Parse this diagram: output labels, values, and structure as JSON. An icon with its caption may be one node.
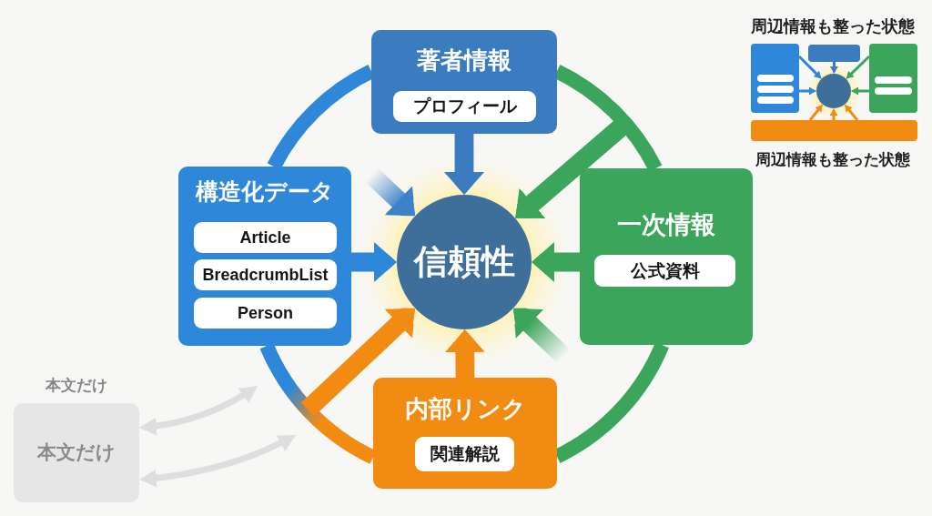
{
  "diagram": {
    "nodes": [
      {
        "text": [
          "著者情報"
        ]
      },
      {
        "text": [
          "プロフィール"
        ],
        "in": 0
      },
      {
        "text": [
          "構造化データ"
        ]
      },
      {
        "text": [
          "Article"
        ],
        "in": 2
      },
      {
        "text": [
          "BreadcrumbList"
        ],
        "in": 2
      },
      {
        "text": [
          "Person"
        ],
        "in": 2
      },
      {
        "text": [
          "信頼性"
        ]
      },
      {
        "text": [
          "一次情報"
        ]
      },
      {
        "text": [
          "公式資料"
        ],
        "in": 7
      },
      {
        "text": [
          "内部リンク"
        ]
      },
      {
        "text": [
          "関連解説"
        ],
        "in": 9
      },
      {
        "text": [
          "本文だけ",
          "本文だけ"
        ]
      },
      {
        "text": [],
        "shape": "box"
      },
      {
        "text": [],
        "shape": "box"
      },
      {
        "text": [],
        "shape": "box"
      },
      {
        "text": [],
        "shape": "circle"
      },
      {
        "text": [],
        "shape": "bar"
      }
    ],
    "edges": [
      {
        "from": 0,
        "to": 6,
        "arrow": "to",
        "style": "thick",
        "color": "#3b7bbf"
      },
      {
        "from": 2,
        "to": 6,
        "arrow": "to",
        "style": "thick",
        "color": "#2e87d8"
      },
      {
        "from": 7,
        "to": 6,
        "arrow": "to",
        "style": "thick",
        "color": "#3aa55b"
      },
      {
        "from": 9,
        "to": 6,
        "arrow": "to",
        "style": "thick",
        "color": "#f28b12"
      },
      {
        "from": null,
        "to": 6,
        "arrow": "to",
        "style": "thick",
        "color": "#3b82c8"
      },
      {
        "from": null,
        "to": 6,
        "arrow": "to",
        "style": "thick",
        "color": "#3aa55b"
      },
      {
        "from": null,
        "to": 6,
        "arrow": "to",
        "style": "thick",
        "color": "#3aa55b"
      },
      {
        "from": null,
        "to": 6,
        "arrow": "to",
        "style": "thick",
        "color": "#f28b12"
      },
      {
        "from": 0,
        "to": 2,
        "arrow": "none",
        "style": "thick",
        "color": "#2e87d8"
      },
      {
        "from": 0,
        "to": 7,
        "arrow": "none",
        "style": "thick",
        "color": "#3aa55b"
      },
      {
        "from": 7,
        "to": 9,
        "arrow": "none",
        "style": "thick",
        "color": "#3aa55b"
      },
      {
        "from": 2,
        "to": 9,
        "arrow": "none",
        "style": "thick"
      },
      {
        "from": 11,
        "to": null,
        "arrow": "both",
        "color": "#dedede"
      },
      {
        "from": 11,
        "to": null,
        "arrow": "both",
        "color": "#dedede"
      },
      {
        "from": 13,
        "to": 15,
        "arrow": "to",
        "color": "#3b7bbf"
      },
      {
        "from": 12,
        "to": 15,
        "arrow": "to",
        "color": "#2e87d8"
      },
      {
        "from": 12,
        "to": 15,
        "arrow": "to",
        "color": "#2e87d8"
      },
      {
        "from": 14,
        "to": 15,
        "arrow": "to",
        "color": "#3aa55b"
      },
      {
        "from": 14,
        "to": 15,
        "arrow": "to",
        "color": "#3aa55b"
      },
      {
        "from": 16,
        "to": 15,
        "arrow": "to",
        "color": "#f28b12"
      },
      {
        "from": 16,
        "to": 15,
        "arrow": "to",
        "color": "#f28b12"
      },
      {
        "from": 16,
        "to": 15,
        "arrow": "to",
        "color": "#f28b12"
      }
    ],
    "labels": [
      "周辺情報も整った状態",
      "周辺情報も整った状態"
    ]
  }
}
